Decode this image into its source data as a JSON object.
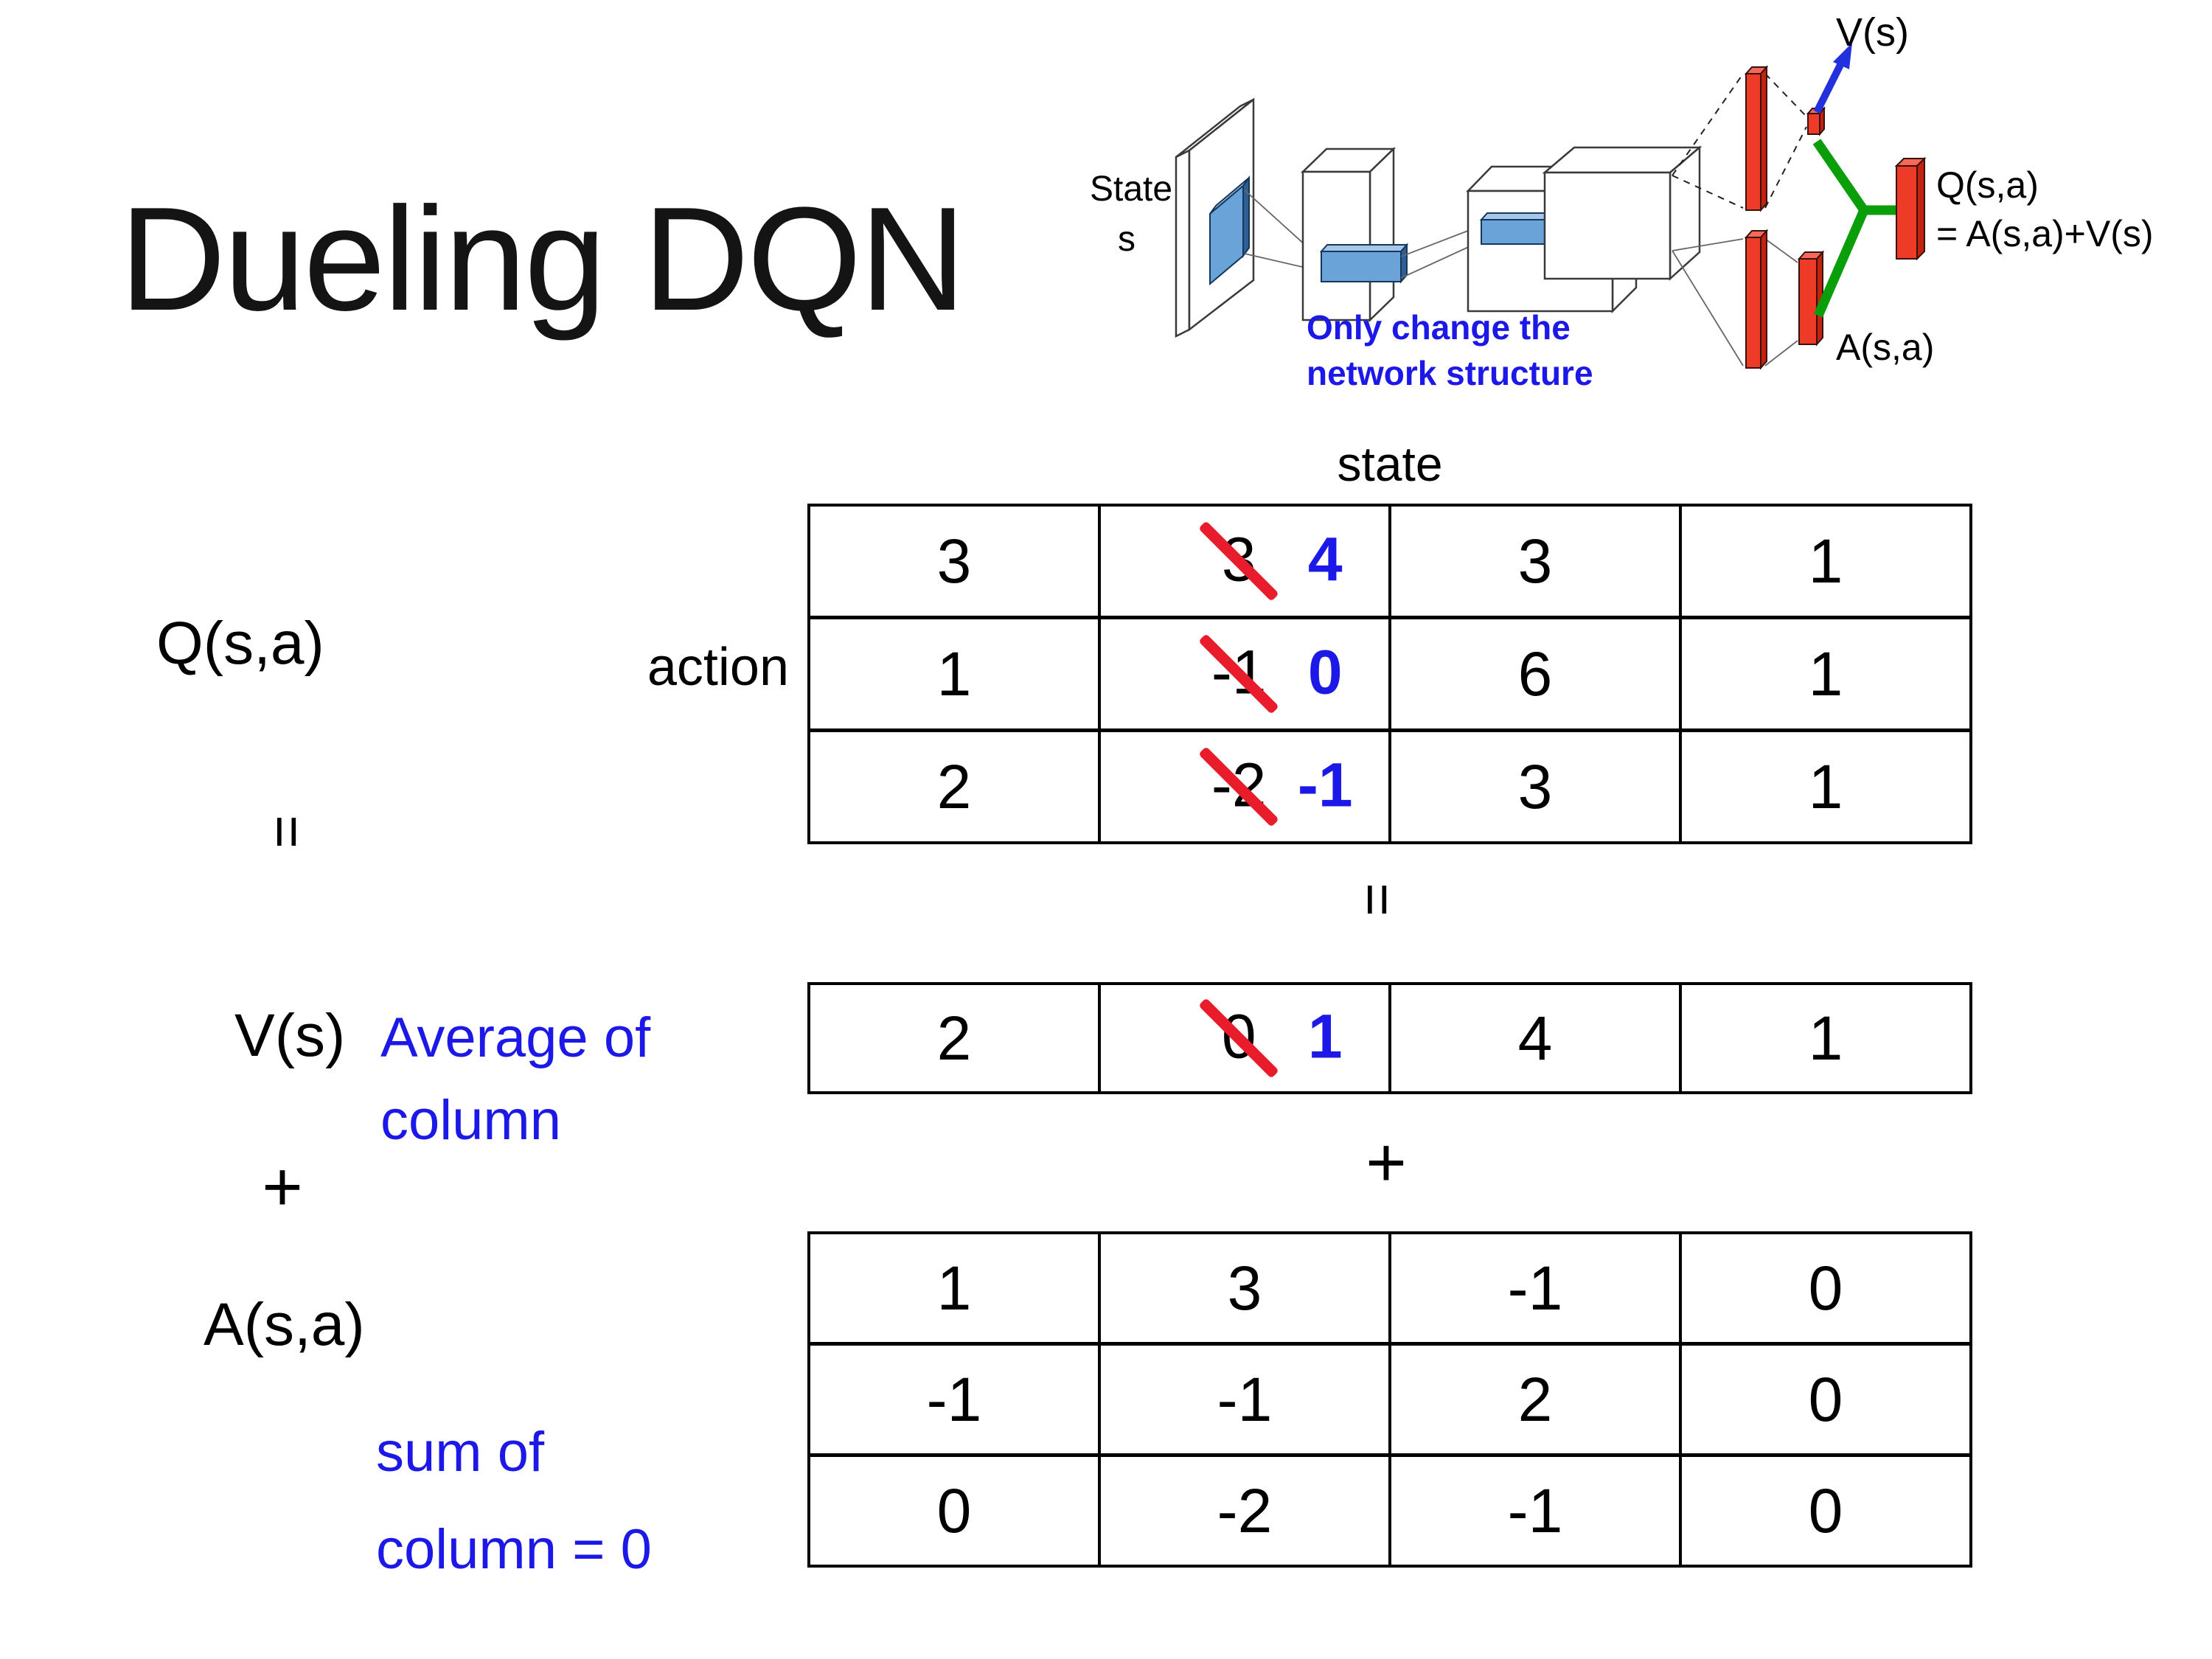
{
  "title": "Dueling DQN",
  "colors": {
    "accent_blue": "#1b18e8",
    "strike_red": "#e81c2a",
    "bar_red": "#ee3b28",
    "bar_red_light": "#f4695a",
    "bar_red_dark": "#c3220f",
    "conv_blue": "#6aa3d8",
    "conv_blue_light": "#a6c8e8",
    "conv_blue_dark": "#2e5f94",
    "green": "#0a9f0a",
    "arrow_blue": "#2330dd"
  },
  "diagram": {
    "input_label_line1": "State",
    "input_label_line2": "s",
    "note_line1": "Only change the",
    "note_line2": "network structure",
    "value_output_label": "V(s)",
    "advantage_output_label": "A(s,a)",
    "q_output_line1": "Q(s,a)",
    "q_output_line2": "= A(s,a)+V(s)"
  },
  "labels": {
    "q_function": "Q(s,a)",
    "value_function": "V(s)",
    "advantage_function": "A(s,a)",
    "action_axis": "action",
    "state_axis": "state",
    "equals": "=",
    "plus": "+",
    "average_note_line1": "Average of",
    "average_note_line2": "column",
    "sum_note_line1": "sum of",
    "sum_note_line2": "column = 0"
  },
  "q_table": {
    "rows": [
      {
        "cells": [
          {
            "value": "3"
          },
          {
            "old": "3",
            "new": "4"
          },
          {
            "value": "3"
          },
          {
            "value": "1"
          }
        ]
      },
      {
        "cells": [
          {
            "value": "1"
          },
          {
            "old": "-1",
            "new": "0"
          },
          {
            "value": "6"
          },
          {
            "value": "1"
          }
        ]
      },
      {
        "cells": [
          {
            "value": "2"
          },
          {
            "old": "-2",
            "new": "-1"
          },
          {
            "value": "3"
          },
          {
            "value": "1"
          }
        ]
      }
    ]
  },
  "v_table": {
    "rows": [
      {
        "cells": [
          {
            "value": "2"
          },
          {
            "old": "0",
            "new": "1"
          },
          {
            "value": "4"
          },
          {
            "value": "1"
          }
        ]
      }
    ]
  },
  "a_table": {
    "rows": [
      {
        "cells": [
          {
            "value": "1"
          },
          {
            "value": "3"
          },
          {
            "value": "-1"
          },
          {
            "value": "0"
          }
        ]
      },
      {
        "cells": [
          {
            "value": "-1"
          },
          {
            "value": "-1"
          },
          {
            "value": "2"
          },
          {
            "value": "0"
          }
        ]
      },
      {
        "cells": [
          {
            "value": "0"
          },
          {
            "value": "-2"
          },
          {
            "value": "-1"
          },
          {
            "value": "0"
          }
        ]
      }
    ]
  }
}
